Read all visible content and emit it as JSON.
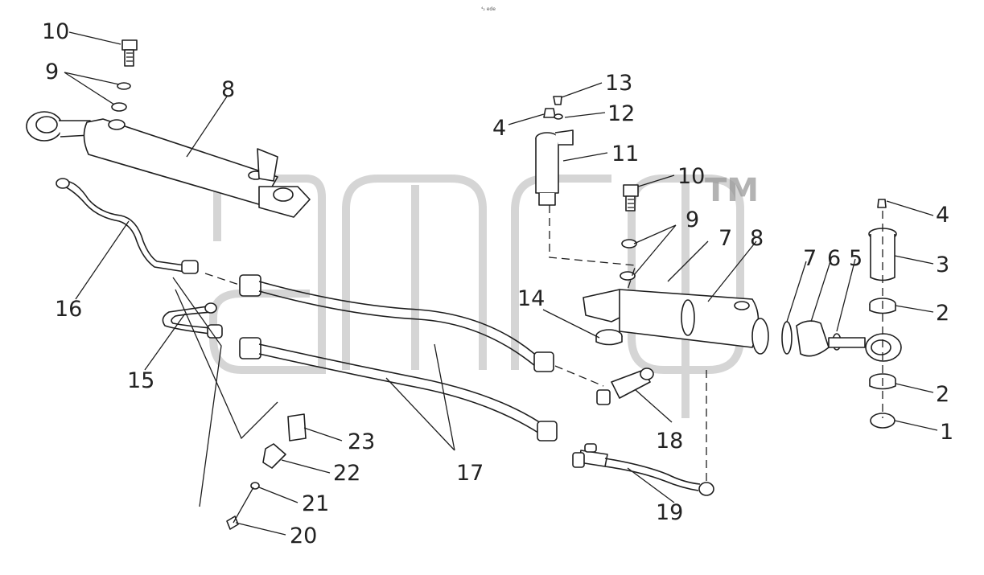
{
  "header_mark": "⁴₂ ede",
  "watermark": {
    "trademark": "TM"
  },
  "callouts": [
    {
      "id": "c10a",
      "text": "10"
    },
    {
      "id": "c9a",
      "text": "9"
    },
    {
      "id": "c8a",
      "text": "8"
    },
    {
      "id": "c16",
      "text": "16"
    },
    {
      "id": "c15",
      "text": "15"
    },
    {
      "id": "c13",
      "text": "13"
    },
    {
      "id": "c4a",
      "text": "4"
    },
    {
      "id": "c12",
      "text": "12"
    },
    {
      "id": "c11",
      "text": "11"
    },
    {
      "id": "c10b",
      "text": "10"
    },
    {
      "id": "c9b",
      "text": "9"
    },
    {
      "id": "c7a",
      "text": "7"
    },
    {
      "id": "c8b",
      "text": "8"
    },
    {
      "id": "c7b",
      "text": "7"
    },
    {
      "id": "c6",
      "text": "6"
    },
    {
      "id": "c5",
      "text": "5"
    },
    {
      "id": "c4b",
      "text": "4"
    },
    {
      "id": "c3",
      "text": "3"
    },
    {
      "id": "c2a",
      "text": "2"
    },
    {
      "id": "c2b",
      "text": "2"
    },
    {
      "id": "c1",
      "text": "1"
    },
    {
      "id": "c14",
      "text": "14"
    },
    {
      "id": "c18",
      "text": "18"
    },
    {
      "id": "c17",
      "text": "17"
    },
    {
      "id": "c19",
      "text": "19"
    },
    {
      "id": "c23",
      "text": "23"
    },
    {
      "id": "c22",
      "text": "22"
    },
    {
      "id": "c21",
      "text": "21"
    },
    {
      "id": "c20",
      "text": "20"
    }
  ]
}
